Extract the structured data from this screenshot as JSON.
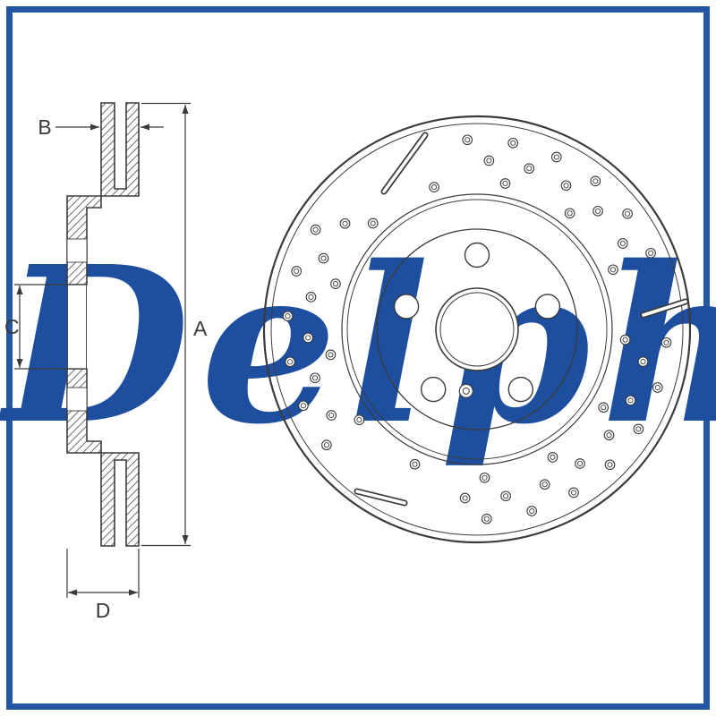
{
  "watermark": {
    "text": "Delphi",
    "color": "#1e4f9e"
  },
  "frame": {
    "color": "#2456a4"
  },
  "drawing": {
    "line_color": "#3b3b3b"
  },
  "labels": {
    "a": "A",
    "b": "B",
    "c": "C",
    "d": "D"
  }
}
